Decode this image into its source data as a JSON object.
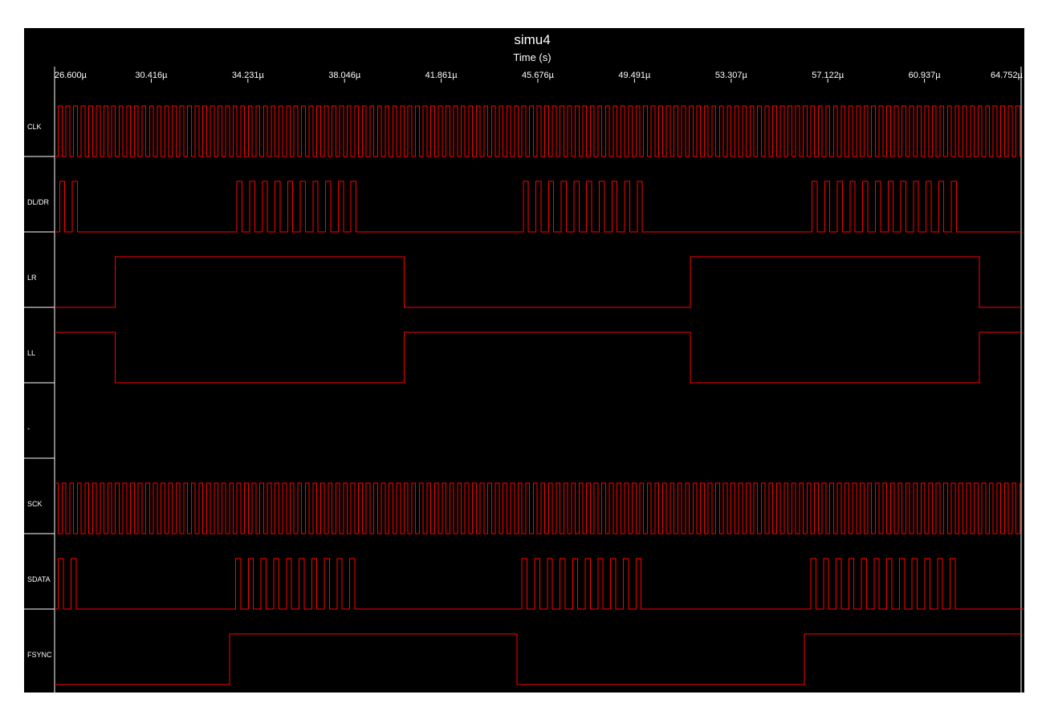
{
  "chart_data": {
    "type": "line",
    "title": "simu4",
    "xlabel": "Time (s)",
    "x_range_us": [
      26.6,
      64.752
    ],
    "x_ticks": [
      "26.600µ",
      "30.416µ",
      "34.231µ",
      "38.046µ",
      "41.861µ",
      "45.676µ",
      "49.491µ",
      "53.307µ",
      "57.122µ",
      "60.937µ",
      "64.752µ"
    ],
    "x_tick_values_us": [
      26.6,
      30.416,
      34.231,
      38.046,
      41.861,
      45.676,
      49.491,
      53.307,
      57.122,
      60.937,
      64.752
    ],
    "grid": false,
    "series": [
      {
        "name": "CLK",
        "kind": "clock",
        "period_us": 0.3,
        "initial": 0
      },
      {
        "name": "DL/DR",
        "kind": "edges",
        "initial": 0,
        "end_us": 64.752,
        "edges_us": [
          26.8,
          27.0,
          27.3,
          27.5,
          33.8,
          34.0,
          34.3,
          34.5,
          34.8,
          35.0,
          35.3,
          35.5,
          35.8,
          36.0,
          36.3,
          36.5,
          36.8,
          37.0,
          37.3,
          37.5,
          37.8,
          38.0,
          38.3,
          38.5,
          45.1,
          45.3,
          45.6,
          45.8,
          46.1,
          46.3,
          46.6,
          46.8,
          47.1,
          47.3,
          47.6,
          47.8,
          48.1,
          48.3,
          48.6,
          48.8,
          49.1,
          49.3,
          49.6,
          49.8,
          56.5,
          56.7,
          57.0,
          57.2,
          57.5,
          57.7,
          58.0,
          58.2,
          58.5,
          58.7,
          59.0,
          59.2,
          59.5,
          59.7,
          60.0,
          60.2,
          60.5,
          60.7,
          61.0,
          61.2,
          61.5,
          61.7,
          62.0,
          62.2
        ]
      },
      {
        "name": "LR",
        "kind": "edges",
        "initial": 0,
        "end_us": 64.752,
        "edges_us": [
          29.0,
          40.4,
          51.7,
          63.1
        ]
      },
      {
        "name": "LL",
        "kind": "edges",
        "initial": 1,
        "end_us": 64.752,
        "edges_us": [
          29.0,
          40.4,
          51.7,
          63.1
        ]
      },
      {
        "name": "-",
        "kind": "empty"
      },
      {
        "name": "SCK",
        "kind": "clock",
        "period_us": 0.3,
        "initial": 1
      },
      {
        "name": "SDATA",
        "kind": "edges",
        "initial": 0,
        "end_us": 64.95,
        "edges_us": [
          26.75,
          26.95,
          27.25,
          27.45,
          33.75,
          33.95,
          34.25,
          34.45,
          34.75,
          34.95,
          35.25,
          35.45,
          35.75,
          35.95,
          36.25,
          36.45,
          36.75,
          36.95,
          37.25,
          37.45,
          37.75,
          37.95,
          38.25,
          38.45,
          45.05,
          45.25,
          45.55,
          45.75,
          46.05,
          46.25,
          46.55,
          46.75,
          47.05,
          47.25,
          47.55,
          47.75,
          48.05,
          48.25,
          48.55,
          48.75,
          49.05,
          49.25,
          49.55,
          49.75,
          56.45,
          56.65,
          56.95,
          57.15,
          57.45,
          57.65,
          57.95,
          58.15,
          58.45,
          58.65,
          58.95,
          59.15,
          59.45,
          59.65,
          59.95,
          60.15,
          60.45,
          60.65,
          60.95,
          61.15,
          61.45,
          61.65,
          61.95,
          62.15
        ]
      },
      {
        "name": "FSYNC",
        "kind": "edges",
        "initial": 0,
        "end_us": 64.752,
        "edges_us": [
          33.5,
          44.85,
          56.2
        ]
      }
    ],
    "colors": {
      "background": "#000000",
      "trace": "#ff0000",
      "text": "#ffffff",
      "axis": "#ffffff",
      "page": "#ffffff"
    }
  }
}
